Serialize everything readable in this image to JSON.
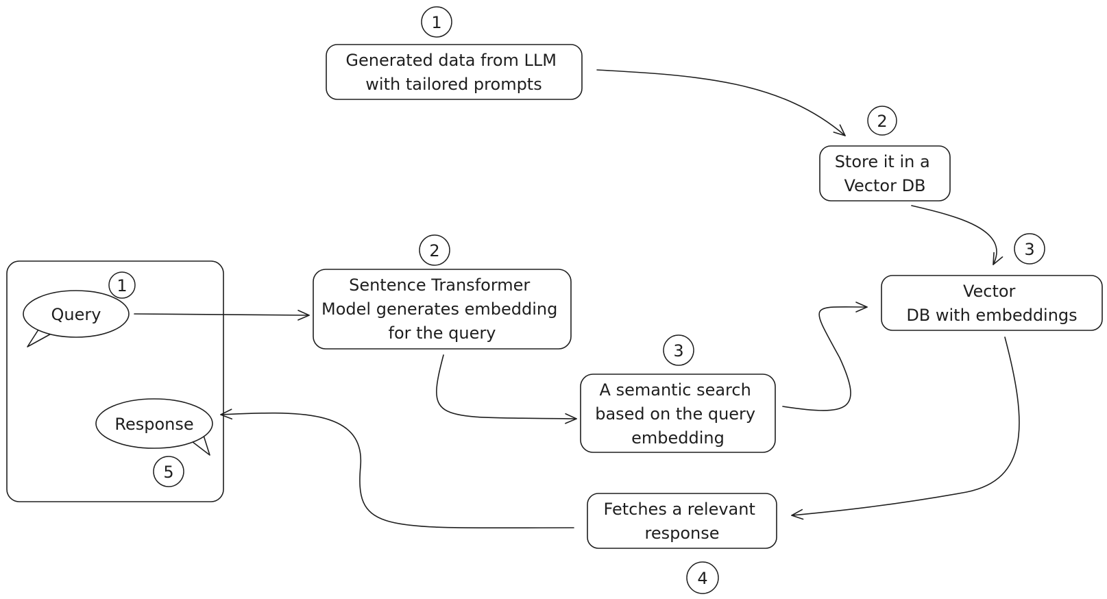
{
  "diagram": {
    "nodes": {
      "generated": {
        "lines": [
          "Generated data from LLM",
          "with tailored prompts"
        ],
        "step": "1"
      },
      "store": {
        "lines": [
          "Store it in a",
          "Vector DB"
        ],
        "step": "2"
      },
      "vectordb": {
        "lines": [
          "Vector",
          "DB with embeddings"
        ],
        "step": "3"
      },
      "transformer": {
        "lines": [
          "Sentence Transformer",
          "Model generates embedding",
          "for the query"
        ],
        "step": "2"
      },
      "search": {
        "lines": [
          "A semantic search",
          "based on the query",
          "embedding"
        ],
        "step": "3"
      },
      "fetch": {
        "lines": [
          "Fetches a relevant",
          "response"
        ],
        "step": "4"
      },
      "query": {
        "label": "Query",
        "step": "1"
      },
      "response": {
        "label": "Response",
        "step": "5"
      }
    },
    "edges": [
      {
        "from": "generated",
        "to": "store"
      },
      {
        "from": "store",
        "to": "vectordb"
      },
      {
        "from": "query",
        "to": "transformer"
      },
      {
        "from": "transformer",
        "to": "search"
      },
      {
        "from": "search",
        "to": "vectordb"
      },
      {
        "from": "vectordb",
        "to": "fetch"
      },
      {
        "from": "fetch",
        "to": "response"
      }
    ],
    "colors": {
      "stroke": "#1e1e1e",
      "fill": "#ffffff"
    }
  }
}
